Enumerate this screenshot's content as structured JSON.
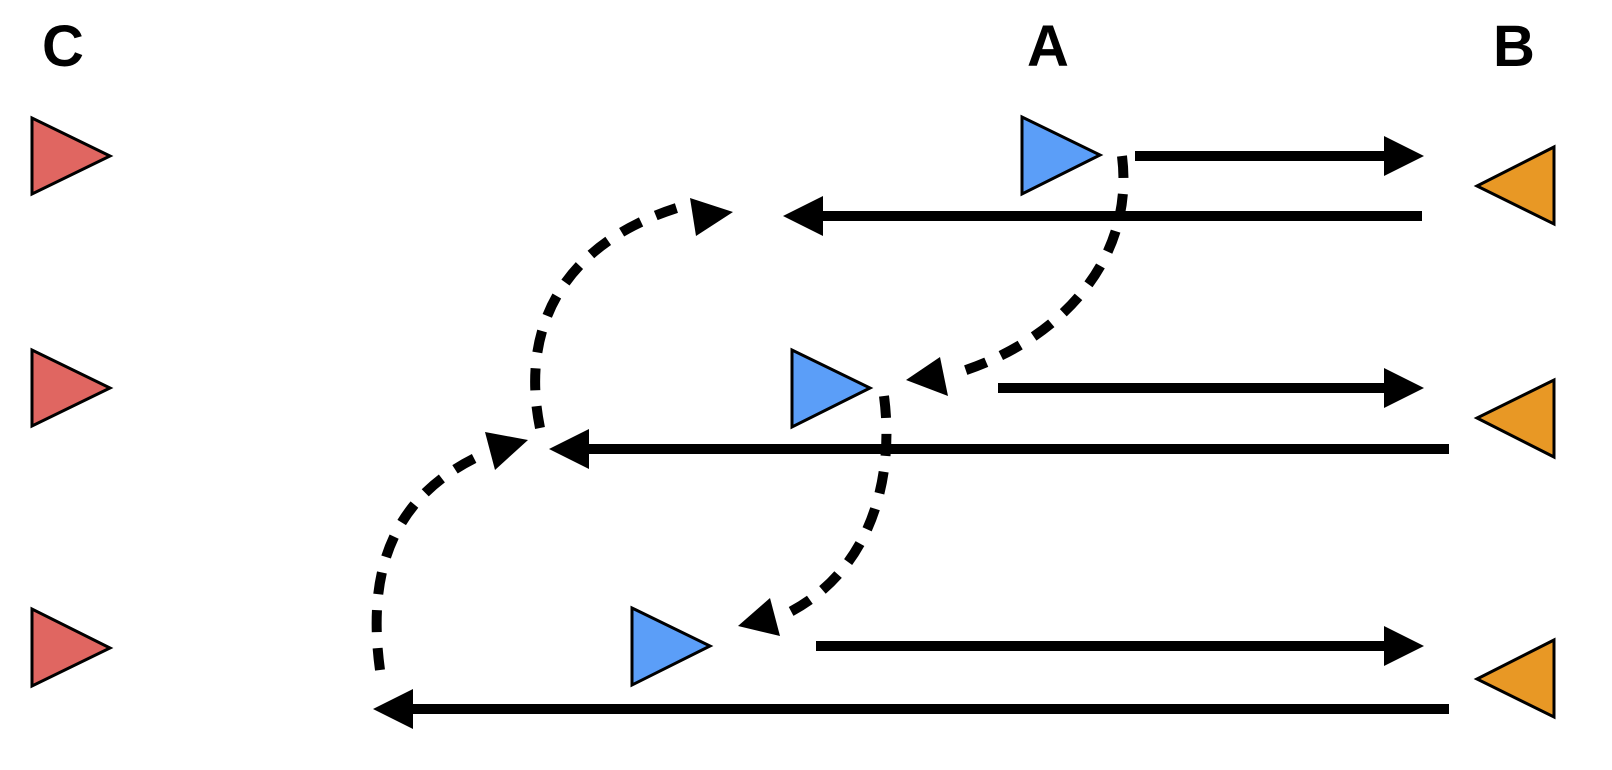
{
  "diagram": {
    "columns": [
      {
        "id": "C",
        "label": "C"
      },
      {
        "id": "A",
        "label": "A"
      },
      {
        "id": "B",
        "label": "B"
      }
    ],
    "colors": {
      "C": "#e06661",
      "A": "#5b9ef8",
      "B": "#e89825",
      "line": "#000000",
      "background": "#ffffff"
    },
    "nodes": [
      {
        "id": "C1",
        "column": "C",
        "direction": "right"
      },
      {
        "id": "C2",
        "column": "C",
        "direction": "right"
      },
      {
        "id": "C3",
        "column": "C",
        "direction": "right"
      },
      {
        "id": "A1",
        "column": "A",
        "direction": "right"
      },
      {
        "id": "A2",
        "column": "A",
        "direction": "right"
      },
      {
        "id": "A3",
        "column": "A",
        "direction": "right"
      },
      {
        "id": "B1",
        "column": "B",
        "direction": "left"
      },
      {
        "id": "B2",
        "column": "B",
        "direction": "left"
      },
      {
        "id": "B3",
        "column": "B",
        "direction": "left"
      }
    ],
    "edges": [
      {
        "from": "A1",
        "to": "B1",
        "style": "solid",
        "direction": "right"
      },
      {
        "from": "B1",
        "to": "return-1",
        "style": "solid",
        "direction": "left"
      },
      {
        "from": "A2",
        "to": "B2",
        "style": "solid",
        "direction": "right"
      },
      {
        "from": "B2",
        "to": "return-2",
        "style": "solid",
        "direction": "left"
      },
      {
        "from": "A3",
        "to": "B3",
        "style": "solid",
        "direction": "right"
      },
      {
        "from": "B3",
        "to": "return-3",
        "style": "solid",
        "direction": "left"
      },
      {
        "from": "A1",
        "to": "A2",
        "style": "dashed",
        "direction": "curve-down-left"
      },
      {
        "from": "A2",
        "to": "A3",
        "style": "dashed",
        "direction": "curve-down-left"
      },
      {
        "from": "return-2",
        "to": "return-1",
        "style": "dashed",
        "direction": "curve-up-right"
      },
      {
        "from": "return-3",
        "to": "return-2",
        "style": "dashed",
        "direction": "curve-up-right"
      }
    ]
  }
}
